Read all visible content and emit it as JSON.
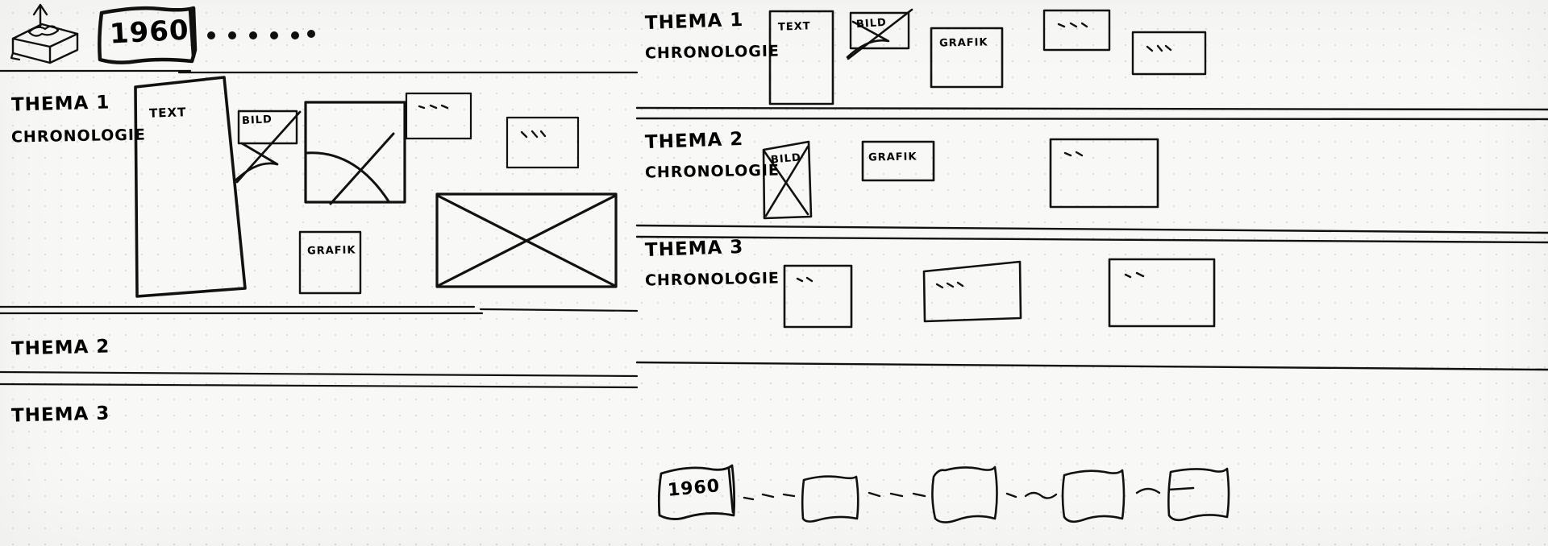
{
  "sketch": {
    "title": "Timeline Website Wireframe Sketch",
    "ink_color": "#111111",
    "paper_color": "#f8f8f6"
  },
  "left_panel": {
    "header": {
      "archive_box_icon": "archive-box-upload-icon",
      "year_chip": "1960",
      "dots": [
        "dot",
        "dot",
        "dot",
        "dot",
        "dot",
        "dot"
      ]
    },
    "sections": [
      {
        "title": "THEMA 1",
        "subtitle": "CHRONOLOGIE",
        "blocks": [
          {
            "kind": "text-box",
            "label": "TEXT"
          },
          {
            "kind": "image-box",
            "label": "BILD"
          },
          {
            "kind": "chart-box",
            "label": ""
          },
          {
            "kind": "scribble-box",
            "label": ""
          },
          {
            "kind": "scribble-box",
            "label": ""
          },
          {
            "kind": "graphic-box",
            "label": "GRAFIK"
          },
          {
            "kind": "image-crossed-box",
            "label": ""
          }
        ]
      },
      {
        "title": "THEMA 2",
        "subtitle": "",
        "blocks": []
      },
      {
        "title": "THEMA 3",
        "subtitle": "",
        "blocks": []
      }
    ]
  },
  "right_panel": {
    "sections": [
      {
        "title": "THEMA 1",
        "subtitle": "CHRONOLOGIE",
        "blocks": [
          {
            "kind": "text-box",
            "label": "TEXT"
          },
          {
            "kind": "image-crossed-box",
            "label": "BILD"
          },
          {
            "kind": "graphic-box",
            "label": "GRAFIK"
          },
          {
            "kind": "scribble-box",
            "label": ""
          },
          {
            "kind": "scribble-box",
            "label": ""
          }
        ]
      },
      {
        "title": "THEMA 2",
        "subtitle": "CHRONOLOGIE",
        "blocks": [
          {
            "kind": "image-crossed-box",
            "label": "BILD"
          },
          {
            "kind": "graphic-box",
            "label": "GRAFIK"
          },
          {
            "kind": "scribble-box",
            "label": ""
          }
        ]
      },
      {
        "title": "THEMA 3",
        "subtitle": "CHRONOLOGIE",
        "blocks": [
          {
            "kind": "scribble-box",
            "label": ""
          },
          {
            "kind": "scribble-box",
            "label": ""
          },
          {
            "kind": "scribble-box",
            "label": ""
          }
        ]
      }
    ],
    "timeline": {
      "year_chip": "1960",
      "nodes": [
        "1960",
        "node",
        "node",
        "node",
        "node"
      ],
      "connector": "dashed"
    }
  }
}
